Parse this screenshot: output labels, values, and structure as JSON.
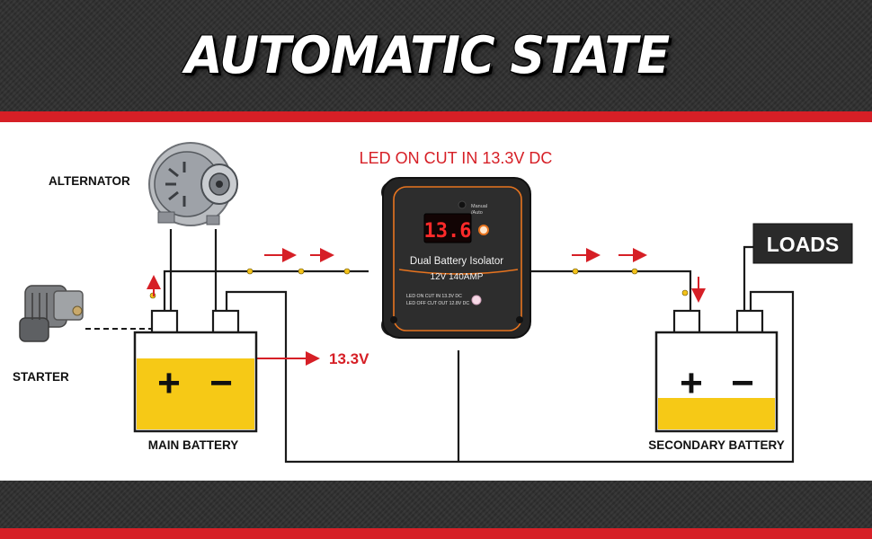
{
  "title": "AUTOMATIC STATE",
  "led_note": "LED ON CUT IN 13.3V DC",
  "labels": {
    "alternator": "ALTERNATOR",
    "starter": "STARTER",
    "main_battery": "MAIN BATTERY",
    "secondary_battery": "SECONDARY BATTERY",
    "loads": "LOADS",
    "voltage": "13.3V"
  },
  "battery_symbols": {
    "plus": "+",
    "minus": "−"
  },
  "isolator": {
    "display": "13.6",
    "name": "Dual Battery Isolator",
    "rating": "12V  140AMP",
    "mode_line1": "Manual",
    "mode_line2": "/Auto",
    "cut_in": "LED ON CUT IN 13.3V DC",
    "cut_off": "LED OFF CUT OUT 12.8V DC"
  },
  "colors": {
    "accent_red": "#d61f26",
    "battery_yellow": "#f6c916",
    "led_red": "#ff2a2a",
    "device_orange": "#e8741f"
  }
}
